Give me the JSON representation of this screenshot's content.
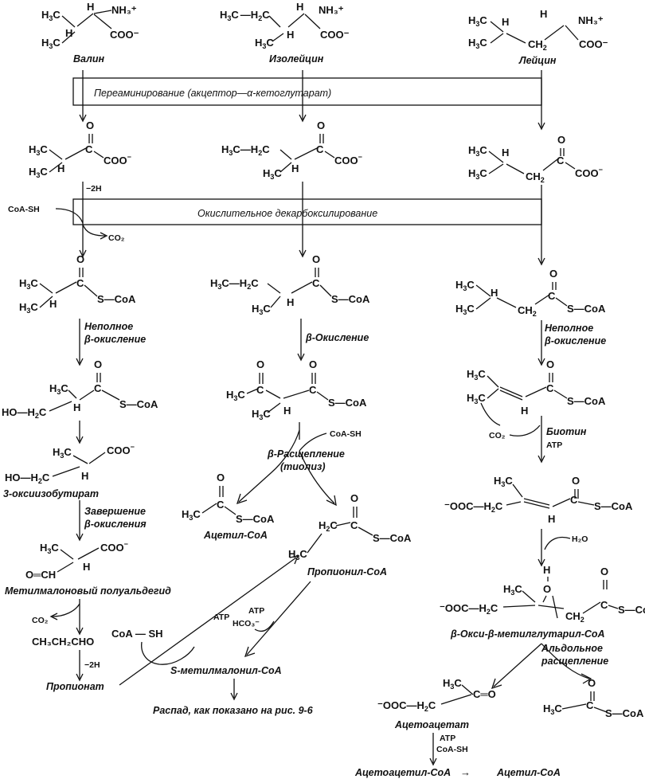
{
  "top": {
    "valine_name": "Валин",
    "isoleucine_name": "Изолейцин",
    "leucine_name": "Лейцин",
    "nh3": "NH₃⁺",
    "coo": "COO⁻"
  },
  "boxes": {
    "transamination": "Переаминирование (акцептор—α-кетоглутарат)",
    "oxidative_decarboxylation": "Окислительное декарбоксилирование"
  },
  "left": {
    "minus_2h": "−2H",
    "coa_sh": "CoA-SH",
    "co2": "CO₂",
    "incomplete_beta": [
      "Неполное",
      "β-окисление"
    ],
    "hydroxyisobutyrate": "3-оксиизобутират",
    "completion_beta": [
      "Завершение",
      "β-окисления"
    ],
    "methylmalonic_semialdehyde": "Метилмалоновый полуальдегид",
    "co2_2": "CO₂",
    "propanal": "CH₃CH₂CHO",
    "minus_2h_2": "−2H",
    "propionate": "Пропионат"
  },
  "middle": {
    "beta_ox": "β-Окисление",
    "coa_sh": "CoA-SH",
    "beta_cleavage": [
      "β-Расщепление",
      "(тиолиз)"
    ],
    "acetyl_coa": "Ацетил-CoA",
    "propionyl_coa": "Пропионил-CoA",
    "coa_sh_2": "CoA — SH",
    "atp_1": "ATP",
    "atp_2": "ATP",
    "hco3": "HCO₃⁻",
    "methylmalonyl_coa": "S-метилмалонил-CoA",
    "breakdown": "Распад, как показано на рис. 9-6"
  },
  "right": {
    "incomplete_beta": [
      "Неполное",
      "β-окисление"
    ],
    "biotin": "Биотин",
    "atp": "ATP",
    "co2": "CO₂",
    "h2o": "H₂O",
    "hmg_coa": "β-Окси-β-метилглутарил-CoA",
    "aldol": [
      "Альдольное",
      "расщепление"
    ],
    "acetoacetate": "Ацетоацетат",
    "atp_coa": [
      "ATP",
      "CoA-SH"
    ],
    "acetoacetyl_coa": "Ацетоацетил-CoA",
    "arrow": "→",
    "acetyl_coa": "Ацетил-CoA"
  }
}
